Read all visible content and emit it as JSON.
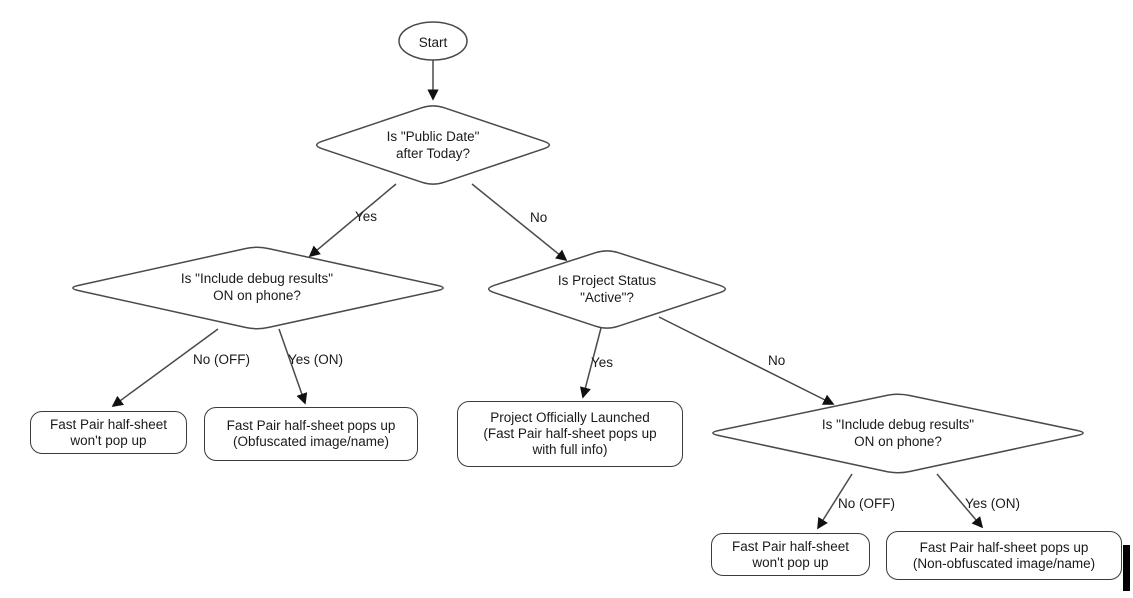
{
  "nodes": {
    "start": {
      "label": "Start"
    },
    "decision_public_date": {
      "line1": "Is \"Public Date\"",
      "line2": "after Today?"
    },
    "decision_debug_left": {
      "line1": "Is \"Include debug results\"",
      "line2": "ON on phone?"
    },
    "decision_project_status": {
      "line1": "Is Project Status",
      "line2": "\"Active\"?"
    },
    "decision_debug_right": {
      "line1": "Is \"Include debug results\"",
      "line2": "ON on phone?"
    },
    "result_wont_popup_left": {
      "line1": "Fast Pair half-sheet",
      "line2": "won't pop up"
    },
    "result_obfuscated": {
      "line1": "Fast Pair half-sheet pops up",
      "line2": "(Obfuscated image/name)"
    },
    "result_launched": {
      "line1": "Project Officially Launched",
      "line2": "(Fast Pair half-sheet pops up",
      "line3": "with full info)"
    },
    "result_wont_popup_right": {
      "line1": "Fast Pair half-sheet",
      "line2": "won't pop up"
    },
    "result_non_obfuscated": {
      "line1": "Fast Pair half-sheet pops up",
      "line2": "(Non-obfuscated image/name)"
    }
  },
  "edge_labels": {
    "public_date_yes": "Yes",
    "public_date_no": "No",
    "debug_left_no": "No (OFF)",
    "debug_left_yes": "Yes (ON)",
    "project_status_yes": "Yes",
    "project_status_no": "No",
    "debug_right_no": "No (OFF)",
    "debug_right_yes": "Yes (ON)"
  },
  "colors": {
    "background": "#ffffff",
    "shape_stroke": "#4a4a4a",
    "text": "#1a1a1a",
    "arrowhead": "#111111",
    "cursor_bar": "#000000"
  }
}
